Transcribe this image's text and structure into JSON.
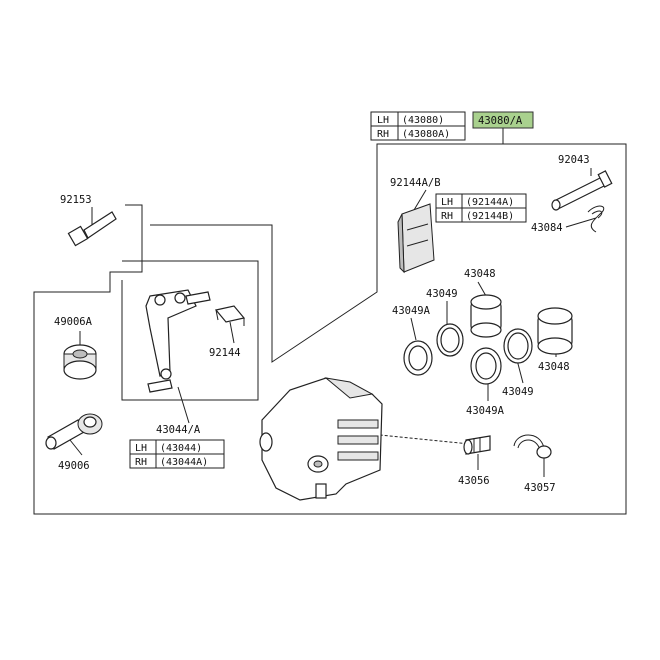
{
  "assembly": {
    "label": "43080/A",
    "highlight_color": "#a9d18e",
    "table": [
      {
        "side": "LH",
        "code": "(43080)"
      },
      {
        "side": "RH",
        "code": "(43080A)"
      }
    ]
  },
  "parts": {
    "p92043": "92043",
    "p92144ab": "92144A/B",
    "p43084": "43084",
    "p92153": "92153",
    "p43048_a": "43048",
    "p43049_a": "43049",
    "p43049a_a": "43049A",
    "p49006a": "49006A",
    "p92144": "92144",
    "p43048_b": "43048",
    "p43049_b": "43049",
    "p43049a_b": "43049A",
    "p43044a": "43044/A",
    "p49006": "49006",
    "p43056": "43056",
    "p43057": "43057"
  },
  "pad_table": [
    {
      "side": "LH",
      "code": "(92144A)"
    },
    {
      "side": "RH",
      "code": "(92144B)"
    }
  ],
  "bracket_table": [
    {
      "side": "LH",
      "code": "(43044)"
    },
    {
      "side": "RH",
      "code": "(43044A)"
    }
  ]
}
